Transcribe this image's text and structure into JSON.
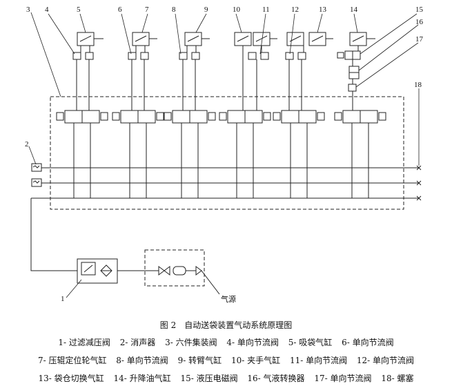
{
  "diagram": {
    "callouts": [
      "1",
      "2",
      "3",
      "4",
      "5",
      "6",
      "7",
      "8",
      "9",
      "10",
      "11",
      "12",
      "13",
      "14",
      "15",
      "16",
      "17",
      "18"
    ],
    "air_source": "气源"
  },
  "caption": {
    "title": "图 2　自动送袋装置气动系统原理图"
  },
  "legend": {
    "lines": [
      [
        "1- 过滤减压阀",
        "2- 消声器",
        "3- 六件集装阀",
        "4- 单向节流阀",
        "5- 吸袋气缸",
        "6- 单向节流阀"
      ],
      [
        "7- 压辊定位轮气缸",
        "8- 单向节流阀",
        "9- 转臂气缸",
        "10- 夹手气缸",
        "11- 单向节流阀",
        "12- 单向节流阀"
      ],
      [
        "13- 袋仓切换气缸",
        "14- 升降油气缸",
        "15- 液压电磁阀",
        "16- 气液转换器",
        "17- 单向节流阀",
        "18- 螺塞"
      ]
    ]
  }
}
